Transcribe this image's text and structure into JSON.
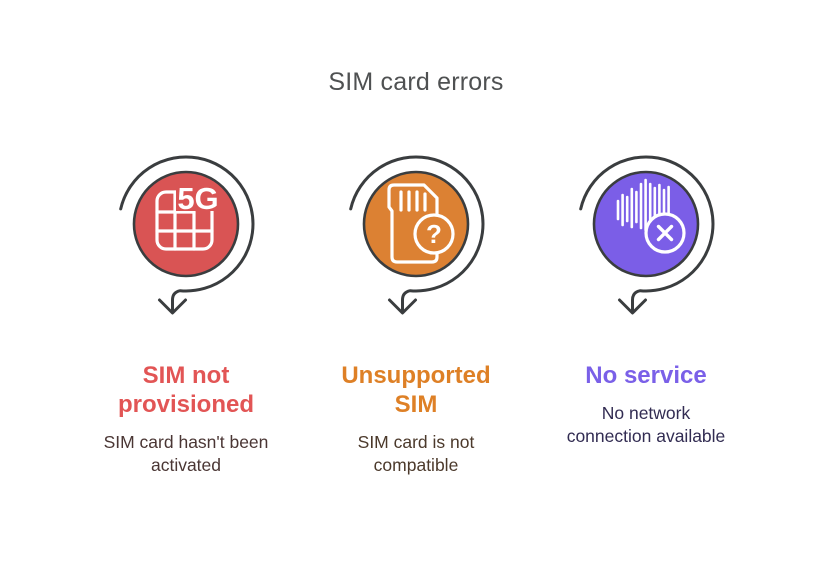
{
  "title": "SIM card errors",
  "colors": {
    "outline": "#3a3d3f",
    "title_text": "#4f5152",
    "icon_glyph": "#ffffff"
  },
  "items": [
    {
      "id": "sim-not-provisioned",
      "icon": "sim-card-5g-icon",
      "badge_text": "5G",
      "circle_color": "#d95454",
      "heading": "SIM not\nprovisioned",
      "heading_color": "#e25555",
      "description": "SIM card hasn't been\nactivated",
      "description_color": "#4a3634"
    },
    {
      "id": "unsupported-sim",
      "icon": "sd-card-question-icon",
      "badge_text": "?",
      "circle_color": "#dc8133",
      "heading": "Unsupported\nSIM",
      "heading_color": "#de8026",
      "description": "SIM card is not\ncompatible",
      "description_color": "#4b392b"
    },
    {
      "id": "no-service",
      "icon": "signal-wave-cancel-icon",
      "badge_text": "",
      "circle_color": "#7b5ee7",
      "heading": "No service",
      "heading_color": "#7a60e8",
      "description": "No network\nconnection available",
      "description_color": "#322c52"
    }
  ]
}
